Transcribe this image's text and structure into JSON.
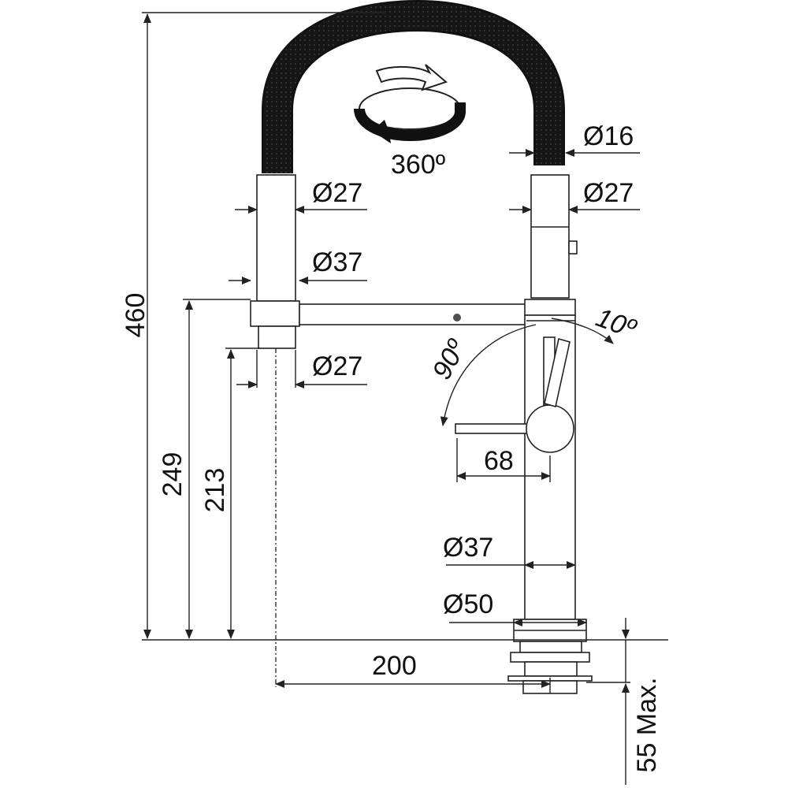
{
  "labels": {
    "total_height": "460",
    "spout_height": "249",
    "outlet_height": "213",
    "hose_diameter": "Ø16",
    "rotation": "360º",
    "left_upper_diameter": "Ø27",
    "right_upper_diameter": "Ø27",
    "holder_diameter": "Ø37",
    "outlet_diameter": "Ø27",
    "lever_tilt": "10º",
    "lever_swing": "90º",
    "lever_length": "68",
    "body_diameter": "Ø37",
    "base_diameter": "Ø50",
    "reach": "200",
    "max_thickness": "55 Max."
  }
}
